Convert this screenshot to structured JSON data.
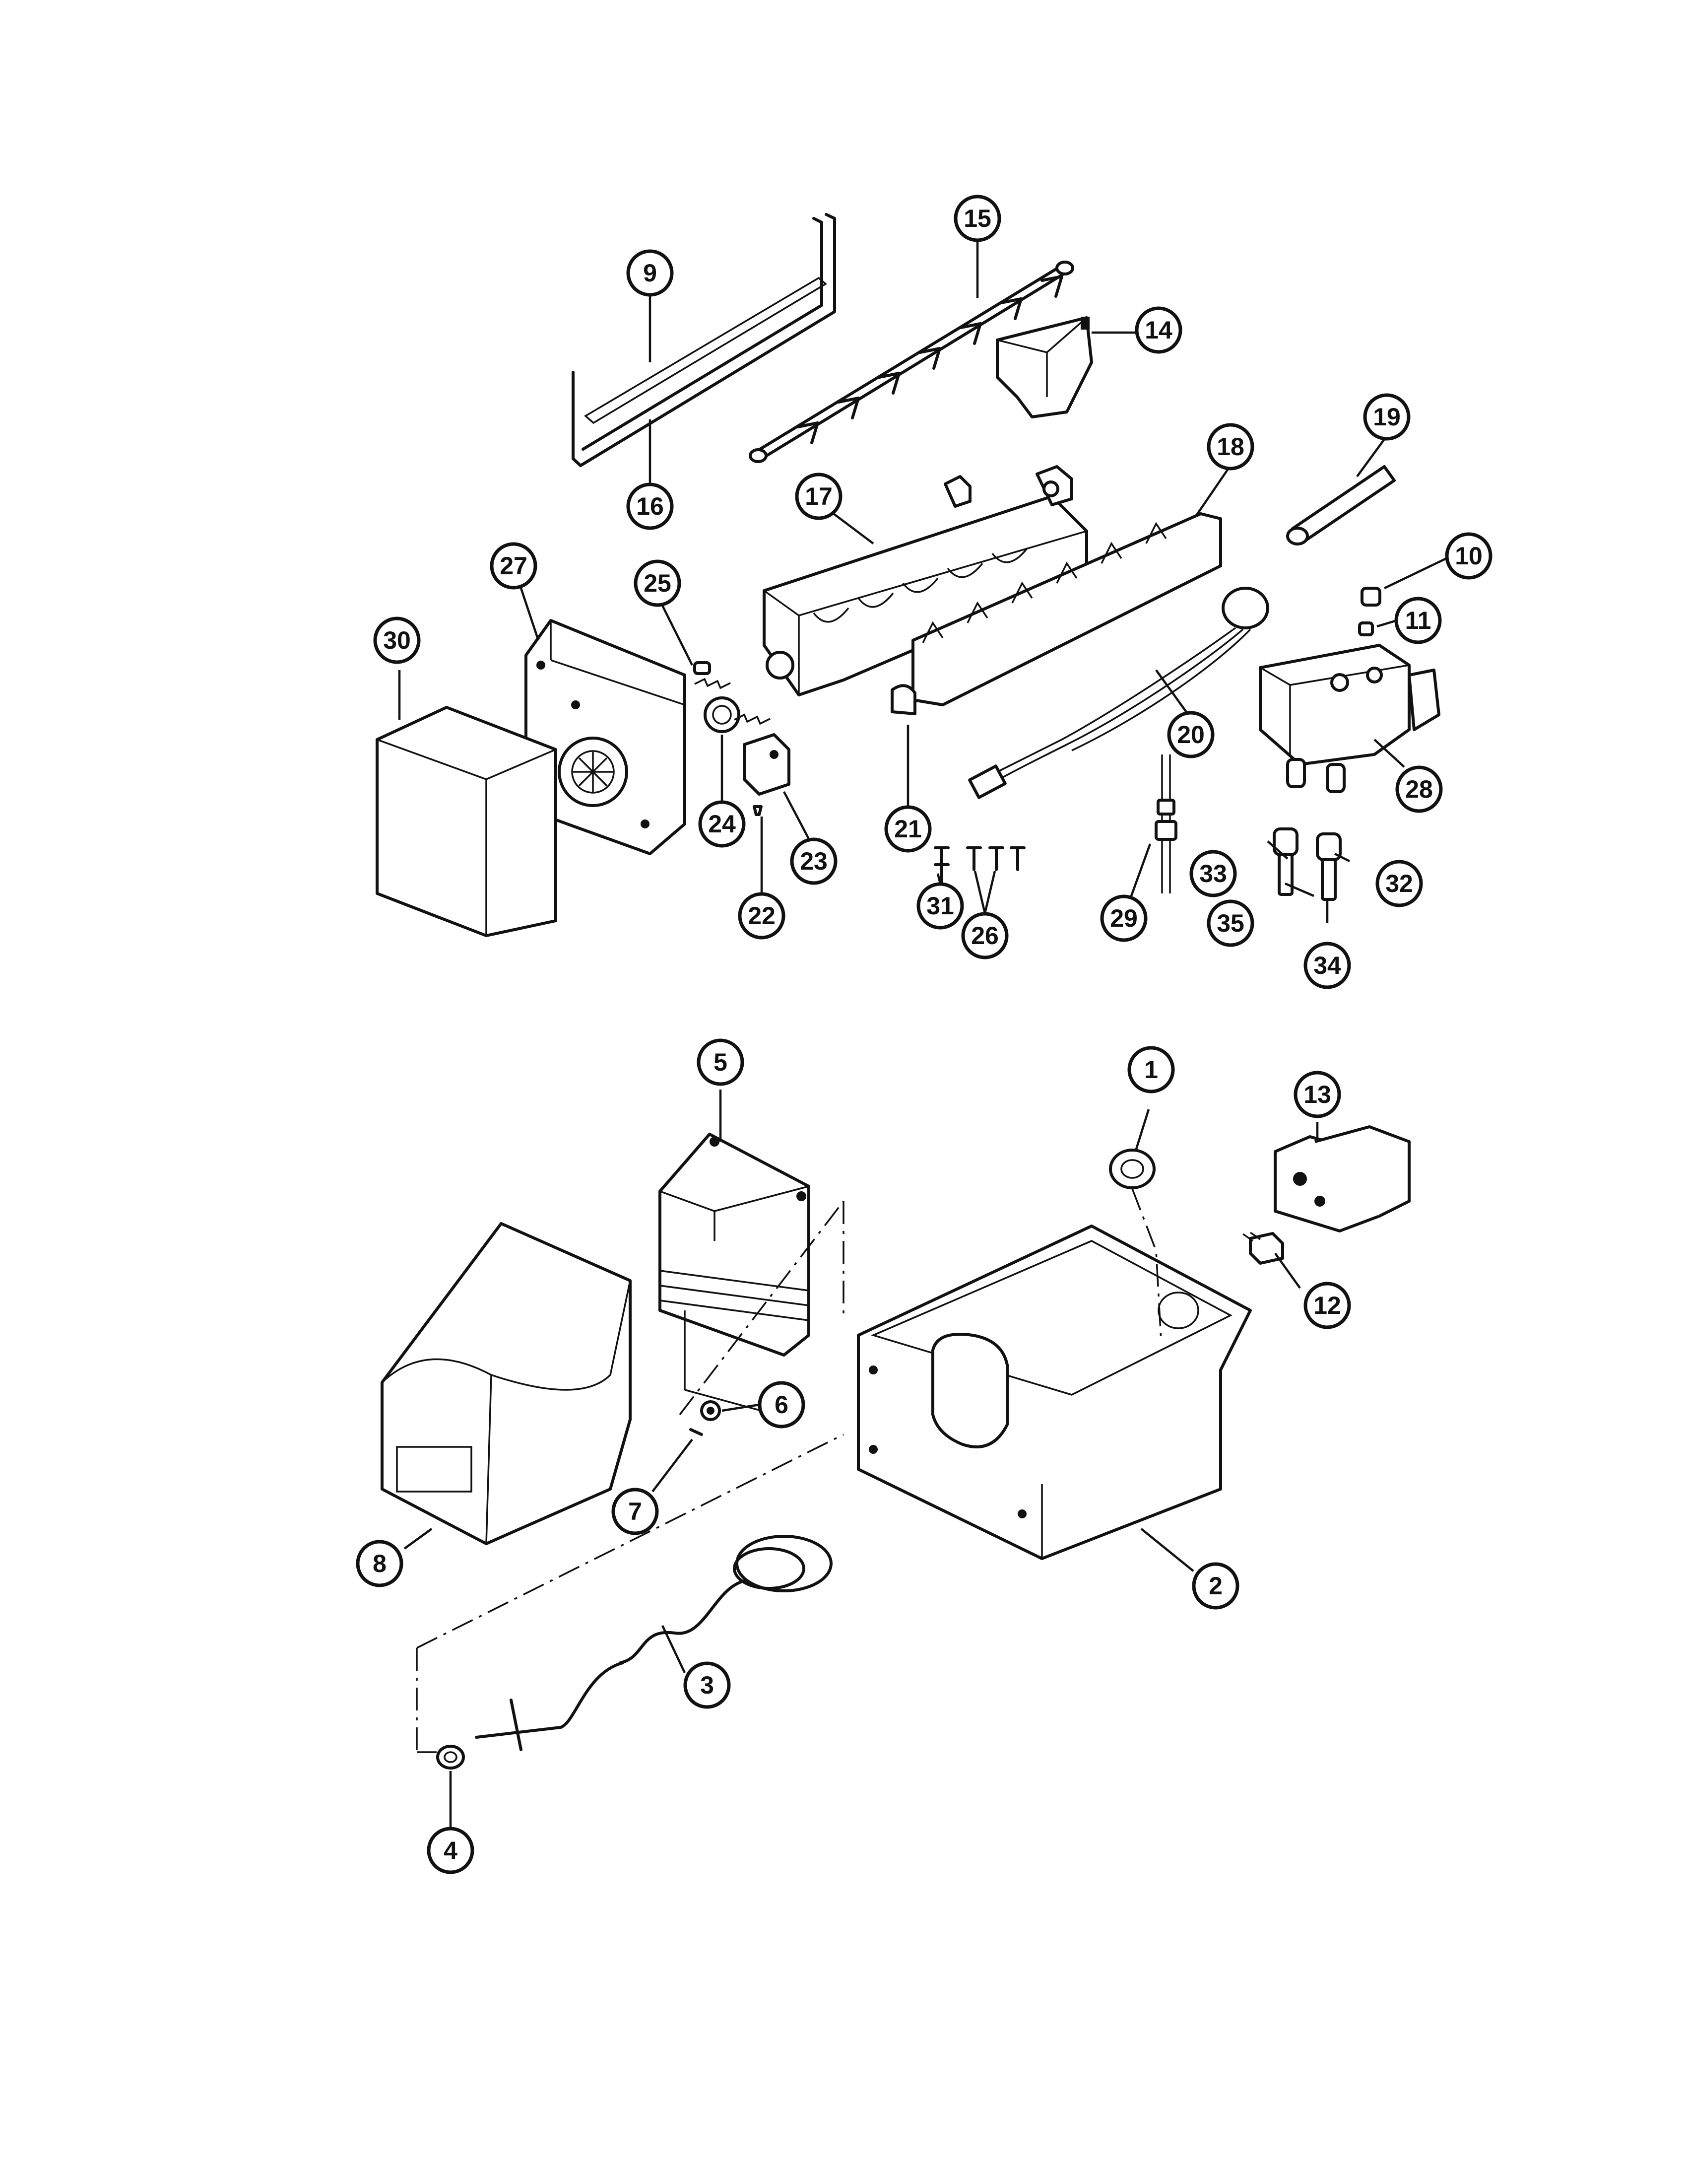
{
  "callouts": [
    {
      "id": "1",
      "label": "1"
    },
    {
      "id": "2",
      "label": "2"
    },
    {
      "id": "3",
      "label": "3"
    },
    {
      "id": "4",
      "label": "4"
    },
    {
      "id": "5",
      "label": "5"
    },
    {
      "id": "6",
      "label": "6"
    },
    {
      "id": "7",
      "label": "7"
    },
    {
      "id": "8",
      "label": "8"
    },
    {
      "id": "9",
      "label": "9"
    },
    {
      "id": "10",
      "label": "10"
    },
    {
      "id": "11",
      "label": "11"
    },
    {
      "id": "12",
      "label": "12"
    },
    {
      "id": "13",
      "label": "13"
    },
    {
      "id": "14",
      "label": "14"
    },
    {
      "id": "15",
      "label": "15"
    },
    {
      "id": "16",
      "label": "16"
    },
    {
      "id": "17",
      "label": "17"
    },
    {
      "id": "18",
      "label": "18"
    },
    {
      "id": "19",
      "label": "19"
    },
    {
      "id": "20",
      "label": "20"
    },
    {
      "id": "21",
      "label": "21"
    },
    {
      "id": "22",
      "label": "22"
    },
    {
      "id": "23",
      "label": "23"
    },
    {
      "id": "24",
      "label": "24"
    },
    {
      "id": "25",
      "label": "25"
    },
    {
      "id": "26",
      "label": "26"
    },
    {
      "id": "27",
      "label": "27"
    },
    {
      "id": "28",
      "label": "28"
    },
    {
      "id": "29",
      "label": "29"
    },
    {
      "id": "30",
      "label": "30"
    },
    {
      "id": "31",
      "label": "31"
    },
    {
      "id": "32",
      "label": "32"
    },
    {
      "id": "33",
      "label": "33"
    },
    {
      "id": "34",
      "label": "34"
    },
    {
      "id": "35",
      "label": "35"
    }
  ]
}
